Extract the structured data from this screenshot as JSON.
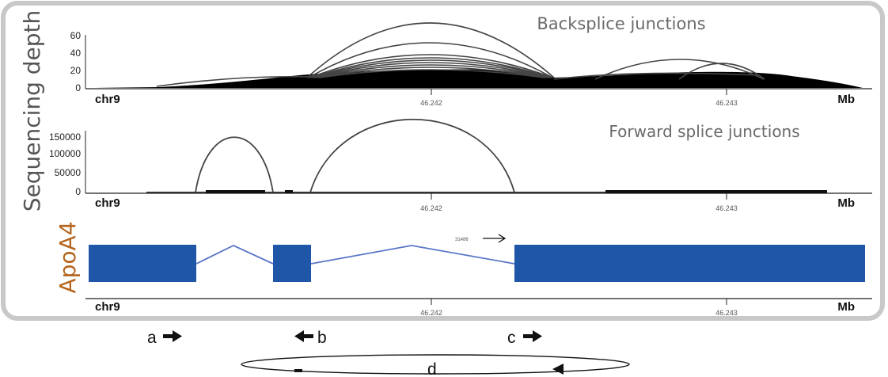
{
  "figure": {
    "y_axis_label": "Sequencing depth",
    "gene_label": "ApoA4",
    "primer_labels": {
      "a": "a",
      "b": "b",
      "c": "c",
      "d": "d"
    }
  },
  "panels": {
    "backsplice": {
      "title": "Backsplice junctions",
      "ticks": [
        "60",
        "40",
        "20",
        "0"
      ],
      "chrom": "chr9",
      "unit": "Mb",
      "pos1": "46.242",
      "pos2": "46.243"
    },
    "forward": {
      "title": "Forward splice junctions",
      "ticks": [
        "150000",
        "100000",
        "50000",
        "0"
      ],
      "chrom": "chr9",
      "unit": "Mb",
      "pos1": "46.242",
      "pos2": "46.243"
    },
    "gene": {
      "chrom": "chr9",
      "unit": "Mb",
      "pos1": "46.242",
      "pos2": "46.243",
      "transcript_label": "31486"
    }
  },
  "colors": {
    "exon": "#1f56a8",
    "intron": "#5a76c8",
    "arc": "#444444",
    "frame": "#c8c8c8",
    "gene_label": "#b5651d"
  }
}
